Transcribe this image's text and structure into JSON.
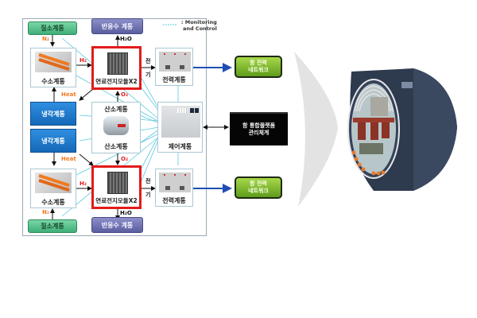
{
  "legend": {
    "line1": ": Monitoring",
    "line2": "and Control"
  },
  "top": {
    "nitrogen": "질소계통",
    "water": "반응수 계통",
    "n2": "N₂",
    "h2o": "H₂O",
    "hydrogen": "수소계통",
    "h2": "H₂",
    "fuelcell": "연료전지모듈X2",
    "elec1": "전",
    "elec2": "기",
    "power": "전력계통",
    "heat": "Heat",
    "o2": "O₂"
  },
  "middle": {
    "cooling_top": "냉각계통",
    "cooling_bottom": "냉각계통",
    "oxygen_top": "산소계통",
    "oxygen_bottom": "산소계통",
    "control": "제어계통"
  },
  "bottom": {
    "nitrogen": "질소계통",
    "water": "반응수 계통",
    "n2": "N₂",
    "h2o": "H₂O",
    "hydrogen": "수소계통",
    "h2": "H₂",
    "fuelcell": "연료전지모듈X2",
    "elec1": "전",
    "elec2": "기",
    "power": "전력계통",
    "heat": "Heat",
    "o2": "O₂"
  },
  "right": {
    "network_top": "함 전력\n네트워크",
    "network_bottom": "함 전력\n네트워크",
    "ipms": "함 통합플랫폼\n관리체계"
  },
  "colors": {
    "fuelcell_border": "#e21b1b",
    "monitoring_line": "#5bc8e0",
    "power_arrow": "#1f4fb3",
    "network_green": "#7fbf2a",
    "cooling_blue": "#1a78cc"
  }
}
